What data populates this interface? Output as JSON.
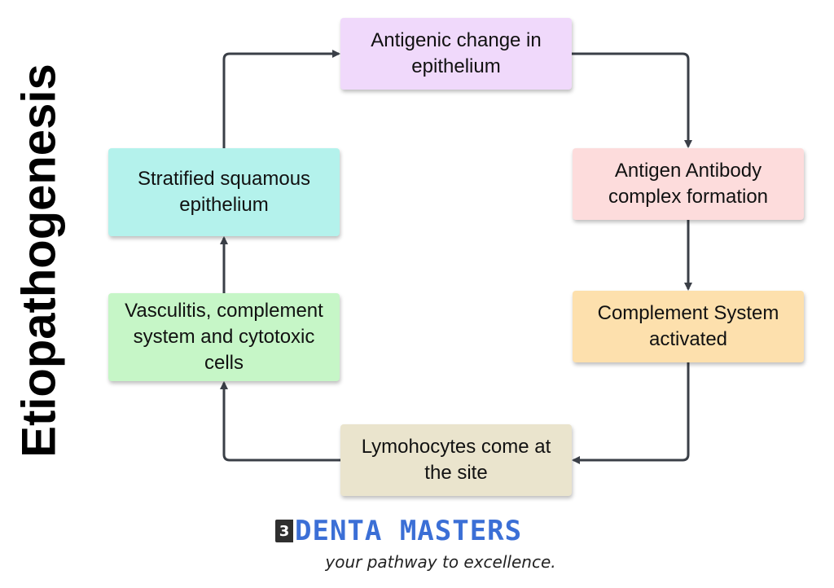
{
  "title": "Etiopathogenesis",
  "nodes": {
    "top": "Antigenic change in epithelium",
    "right1": "Antigen Antibody complex formation",
    "right2": "Complement System activated",
    "bottom": "Lymohocytes come at the site",
    "left2": "Vasculitis, complement system and cytotoxic cells",
    "left1": "Stratified squamous epithelium"
  },
  "brand": {
    "logo_mark": "3",
    "name": "DENTA MASTERS",
    "tagline": "your pathway to excellence.",
    "color": "#3b6fd6"
  },
  "colors": {
    "top": "#f0d9fb",
    "right1": "#fddcdc",
    "right2": "#fde0ad",
    "bottom": "#eae4cd",
    "left2": "#c6f6c7",
    "left1": "#b4f2ec",
    "arrow": "#3a3f47"
  }
}
